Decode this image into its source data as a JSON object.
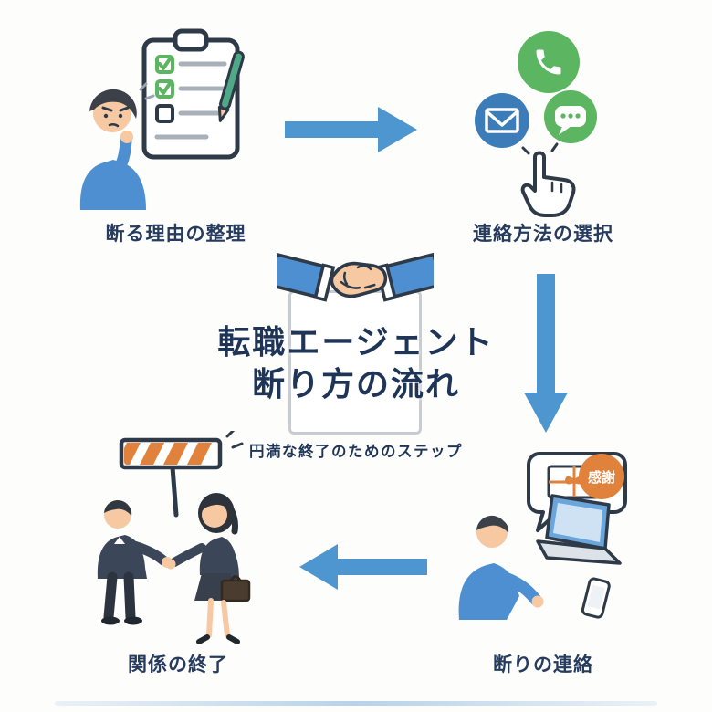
{
  "title": {
    "line1": "転職エージェント",
    "line2": "断り方の流れ",
    "subtitle": "円満な終了のためのステップ"
  },
  "steps": {
    "step1": {
      "label": "断る理由の整理"
    },
    "step2": {
      "label": "連絡方法の選択"
    },
    "step3": {
      "label": "断りの連絡"
    },
    "step4": {
      "label": "関係の終了"
    }
  },
  "badge": {
    "thanks": "感謝"
  },
  "icons": {
    "step1": "thinking-person-with-checklist",
    "step2": "phone-mail-chat-circles-with-tap-hand",
    "step3": "person-typing-laptop-with-thanks-message",
    "step4": "farewell-handshake-with-barrier",
    "center": "handshake-over-document"
  },
  "colors": {
    "arrow": "#4e96cf",
    "title-text": "#1f3558",
    "label-text": "#263b5e",
    "green": "#5cb561",
    "blue-circle": "#3c7cb8",
    "outline": "#2e3a48",
    "skin": "#f6c9a3",
    "shirt-blue": "#4d8fd1",
    "orange": "#e0813c",
    "suit-dark": "#3c4659",
    "doc-border": "#c7cbd2",
    "hair-dark": "#3b4049",
    "line-gray": "#a8b0ba"
  }
}
